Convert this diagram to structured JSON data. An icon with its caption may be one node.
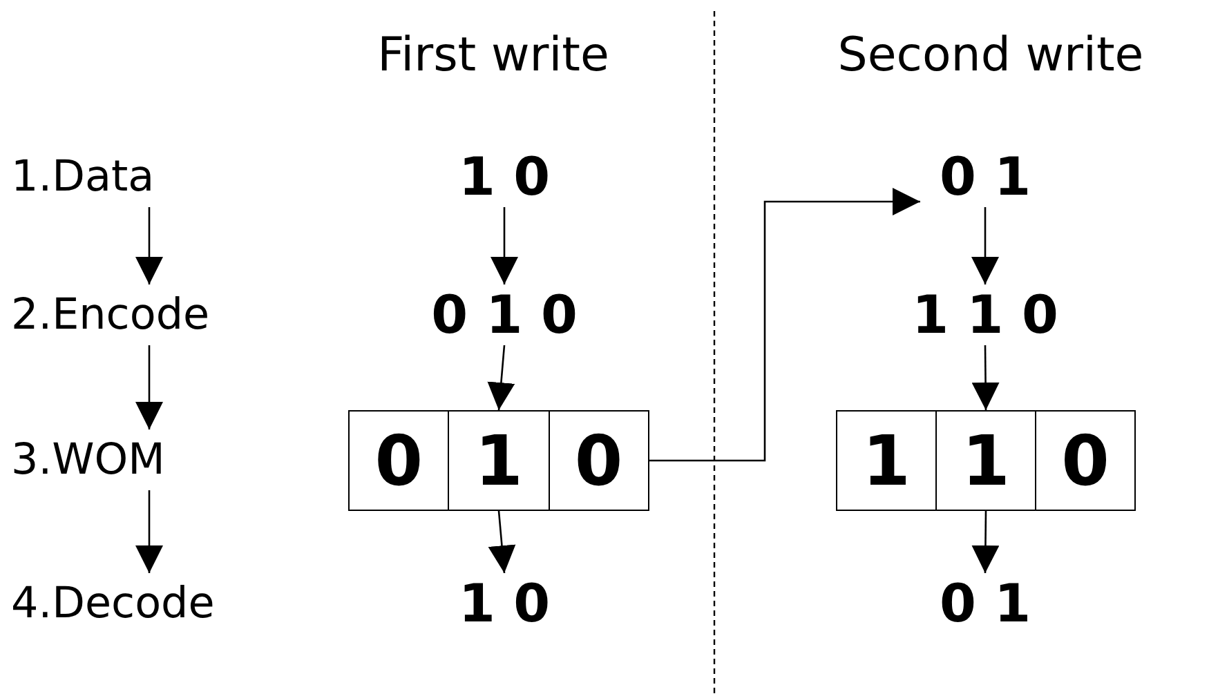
{
  "diagram": {
    "nodes": [
      {
        "text": [
          "1.Data"
        ]
      },
      {
        "text": [
          "2.Encode"
        ]
      },
      {
        "text": [
          "3.WOM"
        ]
      },
      {
        "text": [
          "4.Decode"
        ]
      },
      {
        "text": [
          "1 0"
        ]
      },
      {
        "text": [
          "0 1 0"
        ]
      },
      {
        "text": [
          "0",
          "1",
          "0"
        ]
      },
      {
        "text": [
          "1 0"
        ]
      },
      {
        "text": [
          "0 1"
        ]
      },
      {
        "text": [
          "1 1 0"
        ]
      },
      {
        "text": [
          "1",
          "1",
          "0"
        ]
      },
      {
        "text": [
          "0 1"
        ]
      }
    ],
    "edges": [
      {
        "from": 0,
        "to": 1,
        "arrow": "to"
      },
      {
        "from": 1,
        "to": 2,
        "arrow": "to"
      },
      {
        "from": 2,
        "to": 3,
        "arrow": "to"
      },
      {
        "from": 4,
        "to": 5,
        "arrow": "to"
      },
      {
        "from": 5,
        "to": 6,
        "arrow": "to"
      },
      {
        "from": 6,
        "to": 7,
        "arrow": "to"
      },
      {
        "from": 6,
        "to": 8,
        "arrow": "to"
      },
      {
        "from": 8,
        "to": 9,
        "arrow": "to"
      },
      {
        "from": 9,
        "to": 10,
        "arrow": "to"
      },
      {
        "from": 10,
        "to": 11,
        "arrow": "to"
      }
    ],
    "labels": [
      "First write",
      "Second write"
    ]
  }
}
